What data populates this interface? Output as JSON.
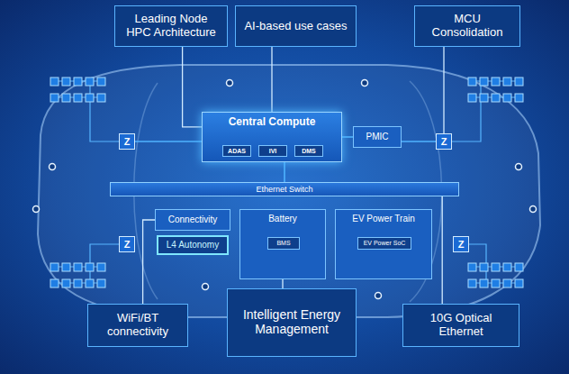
{
  "diagram": {
    "nodes": [
      {
        "text": [
          "Leading Node HPC Architecture"
        ]
      },
      {
        "text": [
          "AI-based use cases"
        ]
      },
      {
        "text": [
          "MCU Consolidation"
        ]
      },
      {
        "text": [
          "Central Compute"
        ]
      },
      {
        "text": [
          "ADAS"
        ],
        "in": 3
      },
      {
        "text": [
          "IVI"
        ],
        "in": 3
      },
      {
        "text": [
          "DMS"
        ],
        "in": 3
      },
      {
        "text": [
          "PMIC"
        ]
      },
      {
        "text": [
          "Z"
        ]
      },
      {
        "text": [
          "Z"
        ]
      },
      {
        "text": [
          "Ethernet Switch"
        ]
      },
      {
        "text": [
          "Z"
        ]
      },
      {
        "text": [
          "Connectivity"
        ]
      },
      {
        "text": [
          "L4 Autonomy"
        ]
      },
      {
        "text": [
          "Battery"
        ]
      },
      {
        "text": [
          "BMS"
        ],
        "in": 14
      },
      {
        "text": [
          "EV Power Train"
        ]
      },
      {
        "text": [
          "EV Power SoC"
        ],
        "in": 16
      },
      {
        "text": [
          "Z"
        ]
      },
      {
        "text": [
          "WiFi/BT connectivity"
        ]
      },
      {
        "text": [
          "Intelligent Energy Management"
        ]
      },
      {
        "text": [
          "10G Optical Ethernet"
        ]
      }
    ],
    "edges": [
      {
        "from": 0,
        "to": 3,
        "arrow": "none"
      },
      {
        "from": 1,
        "to": 3,
        "arrow": "none"
      },
      {
        "from": 2,
        "to": 9,
        "arrow": "none"
      },
      {
        "from": 19,
        "to": 12,
        "arrow": "none"
      },
      {
        "from": 20,
        "to": 14,
        "arrow": "none"
      },
      {
        "from": 21,
        "to": 10,
        "arrow": "none"
      },
      {
        "from": 3,
        "to": 8,
        "arrow": "none"
      },
      {
        "from": 3,
        "to": 7,
        "arrow": "none"
      },
      {
        "from": 7,
        "to": 9,
        "arrow": "none"
      },
      {
        "from": 3,
        "to": 10,
        "arrow": "none"
      }
    ]
  }
}
